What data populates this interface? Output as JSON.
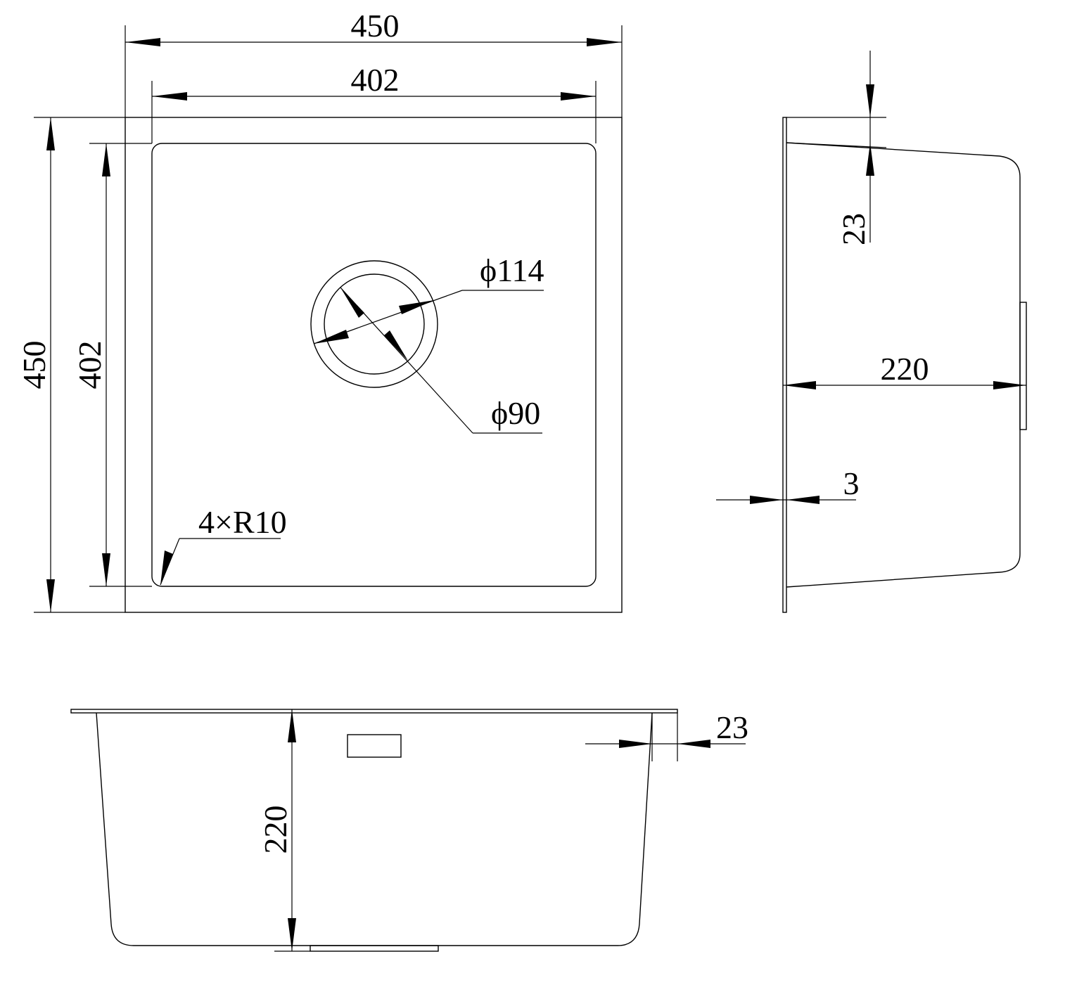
{
  "drawing": {
    "dimensions": {
      "top_outer_width": "450",
      "top_inner_width": "402",
      "top_outer_height": "450",
      "top_inner_height": "402",
      "drain_outer_diameter": "ϕ114",
      "drain_inner_diameter": "ϕ90",
      "corner_radius": "4×R10",
      "side_rim_depth": "23",
      "side_bowl_depth": "220",
      "side_flange_thickness": "3",
      "front_bowl_depth": "220",
      "front_rim_depth": "23"
    },
    "colors": {
      "line": "#000000",
      "background": "#ffffff"
    }
  }
}
